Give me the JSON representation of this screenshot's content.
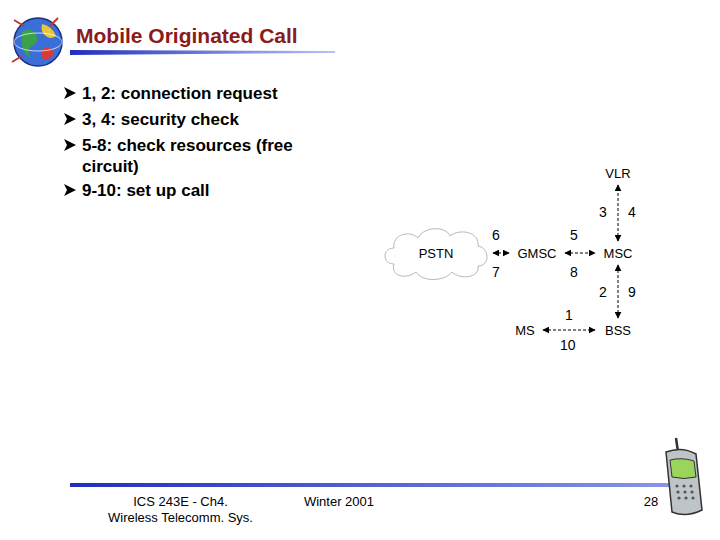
{
  "diagram": {
    "title": "Mobile Originated Call",
    "nodes": [
      {
        "text": [
          "VLR"
        ]
      },
      {
        "text": [
          "PSTN"
        ]
      },
      {
        "text": [
          "GMSC"
        ]
      },
      {
        "text": [
          "MSC"
        ]
      },
      {
        "text": [
          "MS"
        ]
      },
      {
        "text": [
          "BSS"
        ]
      }
    ],
    "edges": [
      {
        "from": 3,
        "to": 0,
        "arrow": "both"
      },
      {
        "from": 1,
        "to": 2,
        "arrow": "both"
      },
      {
        "from": 2,
        "to": 3,
        "arrow": "both"
      },
      {
        "from": 3,
        "to": 5,
        "arrow": "both"
      },
      {
        "from": 4,
        "to": 5,
        "arrow": "both"
      }
    ],
    "labels": [
      "1, 2: connection request",
      "3, 4: security check",
      "5-8: check resources (free circuit)",
      "9-10: set up call",
      "3",
      "4",
      "6",
      "5",
      "7",
      "8",
      "2",
      "9",
      "1",
      "10",
      "ICS 243E - Ch4. Wireless Telecomm. Sys.",
      "Winter 2001",
      "28"
    ]
  }
}
